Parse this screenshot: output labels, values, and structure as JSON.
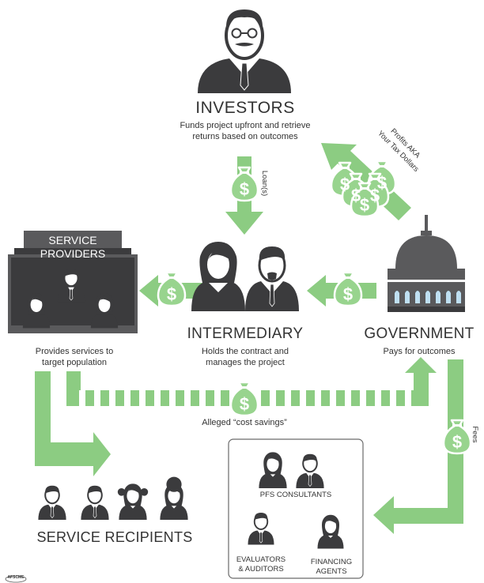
{
  "colors": {
    "arrow_green": "#8ccc82",
    "bag_fill": "#98d48e",
    "bag_outline": "#ffffff",
    "dark_gray": "#3b3b3d",
    "building_gray": "#5a5a5c",
    "window_blue": "#bfe0f2",
    "text": "#333333"
  },
  "investors": {
    "title": "INVESTORS",
    "desc_line1": "Funds project upfront and retrieve",
    "desc_line2": "returns based on outcomes",
    "icon": "investor-icon"
  },
  "intermediary": {
    "title": "INTERMEDIARY",
    "desc_line1": "Holds the contract and",
    "desc_line2": "manages the project"
  },
  "government": {
    "title": "GOVERNMENT",
    "desc": "Pays for outcomes",
    "icon": "capitol-building-icon"
  },
  "service_providers": {
    "title_line1": "SERVICE",
    "title_line2": "PROVIDERS",
    "desc_line1": "Provides services to",
    "desc_line2": "target population"
  },
  "service_recipients": {
    "title": "SERVICE RECIPIENTS"
  },
  "flows": {
    "loans": "Loan(s)",
    "profits_line1": "Profits AKA",
    "profits_line2": "Your Tax Dollars",
    "fees": "Fees",
    "cost_savings": "Alleged “cost savings”"
  },
  "bag_symbol": "$",
  "consultants_box": {
    "pfs": "PFS CONSULTANTS",
    "evaluators_line1": "EVALUATORS",
    "evaluators_line2": "& AUDITORS",
    "financing_line1": "FINANCING",
    "financing_line2": "AGENTS"
  },
  "logo_text": "AFSCME"
}
